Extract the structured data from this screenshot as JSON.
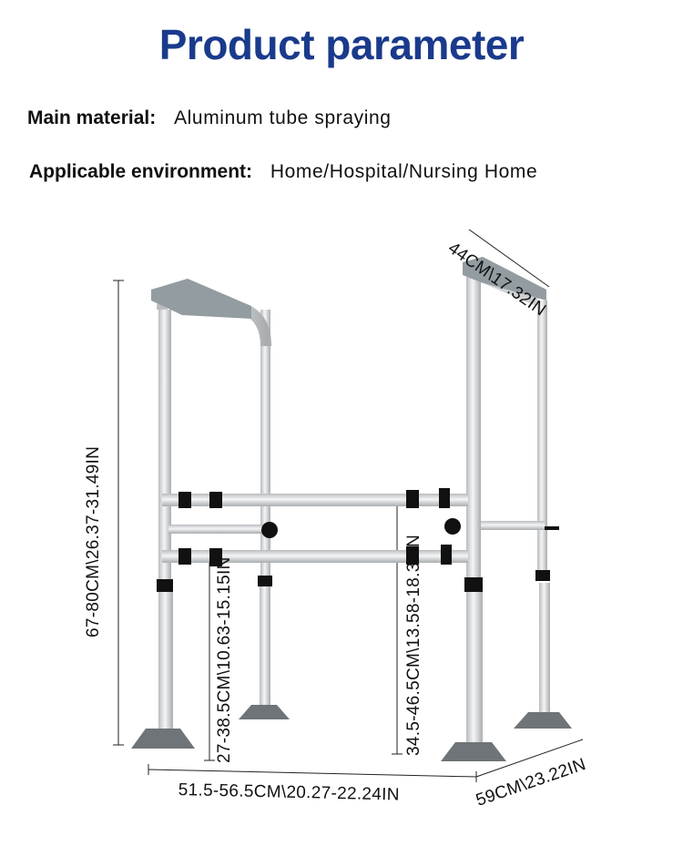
{
  "title": "Product parameter",
  "specs": [
    {
      "label": "Main material:",
      "value": "Aluminum tube spraying"
    },
    {
      "label": "Applicable environment:",
      "value": "Home/Hospital/Nursing Home"
    }
  ],
  "dimensions": {
    "armrest_depth": "44CM\\17.32IN",
    "total_height": "67-80CM\\26.37-31.49IN",
    "lower_height": "27-38.5CM\\10.63-15.15IN",
    "rail_height": "34.5-46.5CM\\13.58-18.31IN",
    "width": "51.5-56.5CM\\20.27-22.24IN",
    "depth": "59CM\\23.22IN"
  },
  "colors": {
    "title": "#1a3a8c",
    "frame": "#d8dadc",
    "grip": "#8e979c",
    "foot": "#6e7478"
  }
}
